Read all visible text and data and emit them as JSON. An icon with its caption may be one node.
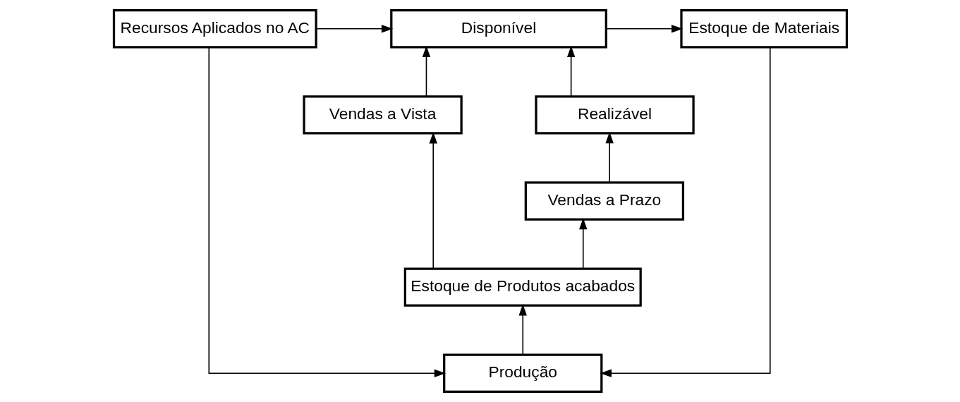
{
  "diagram": {
    "nodes": [
      {
        "text": [
          "Recursos Aplicados no AC"
        ]
      },
      {
        "text": [
          "Disponível"
        ]
      },
      {
        "text": [
          "Estoque de Materiais"
        ]
      },
      {
        "text": [
          "Realizável"
        ]
      },
      {
        "text": [
          "Vendas a Vista"
        ]
      },
      {
        "text": [
          "Vendas a Prazo"
        ]
      },
      {
        "text": [
          "Estoque de Produtos acabados"
        ]
      },
      {
        "text": [
          "Produção"
        ]
      }
    ],
    "edges": [
      {
        "from": 0,
        "to": 1,
        "arrow": "to"
      },
      {
        "from": 1,
        "to": 2,
        "arrow": "to"
      },
      {
        "from": 3,
        "to": 1,
        "arrow": "to"
      },
      {
        "from": 4,
        "to": 1,
        "arrow": "to"
      },
      {
        "from": 5,
        "to": 3,
        "arrow": "to"
      },
      {
        "from": 6,
        "to": 4,
        "arrow": "to"
      },
      {
        "from": 6,
        "to": 5,
        "arrow": "to"
      },
      {
        "from": 7,
        "to": 6,
        "arrow": "to"
      },
      {
        "from": 0,
        "to": 7,
        "arrow": "to"
      },
      {
        "from": 2,
        "to": 7,
        "arrow": "to"
      }
    ]
  }
}
